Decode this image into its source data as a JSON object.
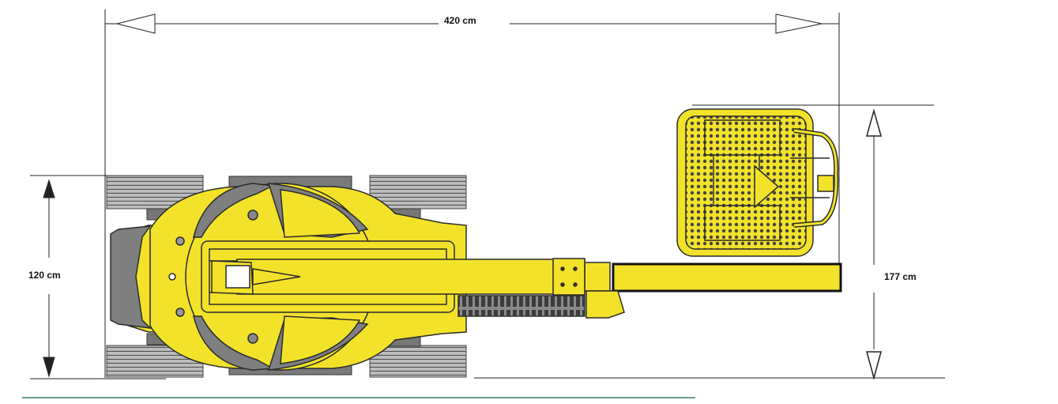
{
  "dimensions": {
    "length": "420 cm",
    "width_machine": "120 cm",
    "width_platform": "177 cm"
  },
  "colors": {
    "body": "#F2E32A",
    "body_dark": "#CBBF12",
    "outline": "#2B2B2B",
    "track": "#B9B9B9",
    "track_line": "#4A4A4A",
    "gray_cap": "#7F7F7F",
    "dim_line": "#222222"
  },
  "icons": {
    "platform_grid": "perforated-floor",
    "arrows": "dimension-arrows"
  }
}
